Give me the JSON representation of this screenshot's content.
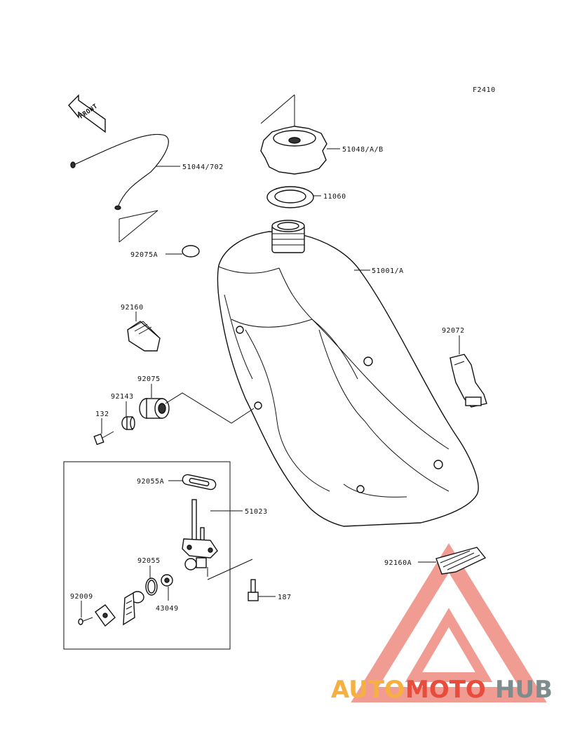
{
  "figure_code": "F2410",
  "front_label": "FRONT",
  "callouts": {
    "cap": "51048/A/B",
    "hose": "51044/702",
    "gasket": "11060",
    "plug": "92075A",
    "tank": "51001/A",
    "pad_top": "92160",
    "strap": "92072",
    "damper": "92075",
    "collar": "92143",
    "bolt_132": "132",
    "gasket_cock": "92055A",
    "fuel_cock": "51023",
    "oring": "92055",
    "bolt_187": "187",
    "screw": "92009",
    "knob": "43049",
    "pad_bottom": "92160A"
  },
  "watermark": {
    "part1": "AUTO",
    "part2": "MOTO",
    "part3": "HUB",
    "color1": "#f5b041",
    "color2": "#e74c3c",
    "color3": "#7f8c8d"
  }
}
